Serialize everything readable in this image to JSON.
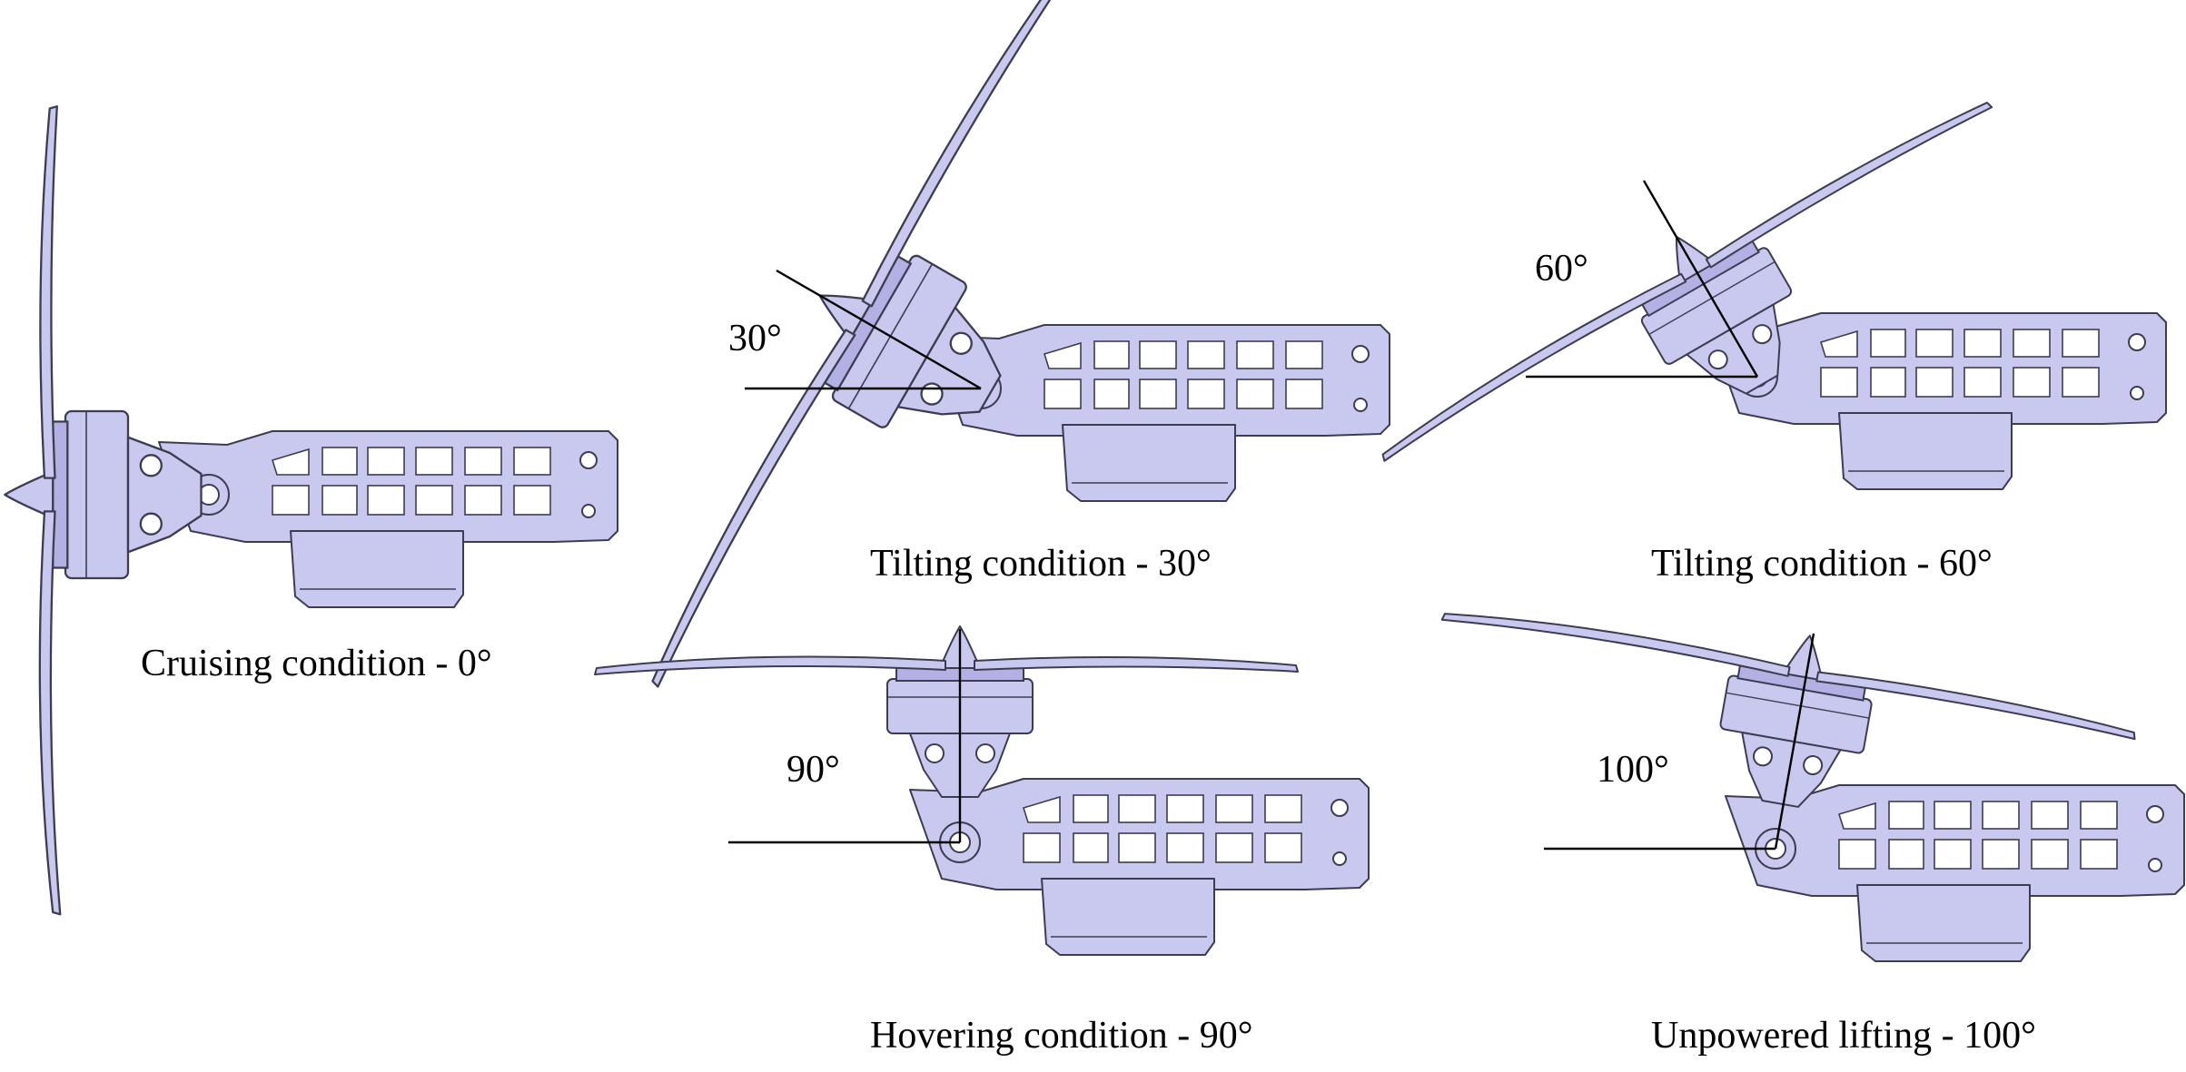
{
  "panels": [
    {
      "id": "cruising",
      "caption": "Cruising condition - 0°",
      "angle_label": "",
      "tilt_deg": 0
    },
    {
      "id": "tilt30",
      "caption": "Tilting condition - 30°",
      "angle_label": "30°",
      "tilt_deg": 30
    },
    {
      "id": "tilt60",
      "caption": "Tilting condition - 60°",
      "angle_label": "60°",
      "tilt_deg": 60
    },
    {
      "id": "hover90",
      "caption": "Hovering condition - 90°",
      "angle_label": "90°",
      "tilt_deg": 90
    },
    {
      "id": "unpow100",
      "caption": "Unpowered lifting - 100°",
      "angle_label": "100°",
      "tilt_deg": 100
    }
  ],
  "colors": {
    "part_fill": "#c9c8ef",
    "part_stroke": "#3c3c52",
    "reference_line": "#000000"
  }
}
